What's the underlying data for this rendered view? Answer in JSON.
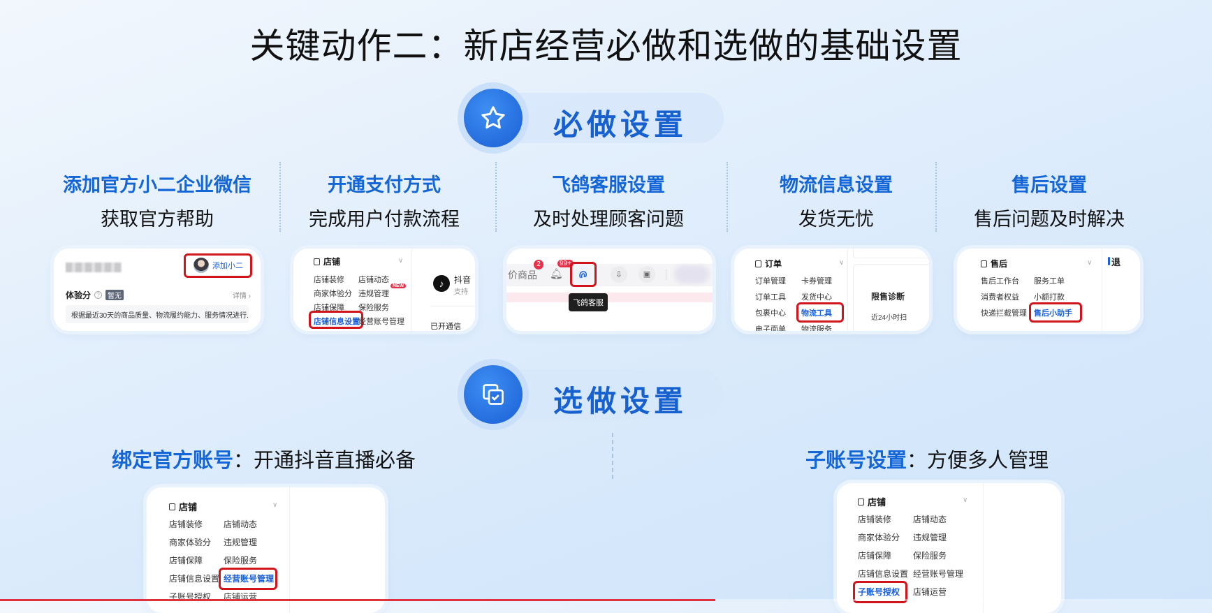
{
  "title": "关键动作二：新店经营必做和选做的基础设置",
  "required_section": {
    "label": "必做设置",
    "icon": "star-icon",
    "items": [
      {
        "title": "添加官方小二企业微信",
        "subtitle": "获取官方帮助"
      },
      {
        "title": "开通支付方式",
        "subtitle": "完成用户付款流程"
      },
      {
        "title": "飞鸽客服设置",
        "subtitle": "及时处理顾客问题"
      },
      {
        "title": "物流信息设置",
        "subtitle": "发货无忧"
      },
      {
        "title": "售后设置",
        "subtitle": "售后问题及时解决"
      }
    ]
  },
  "card_wechat": {
    "add_button": "添加小二",
    "score_label": "体验分",
    "score_badge": "暂无",
    "details_link": "详情 ›",
    "description": "根据最近30天的商品质量、物流履约能力、服务情况进行..."
  },
  "card_payment": {
    "header": "店铺",
    "items": [
      [
        {
          "label": "店铺装修"
        },
        {
          "label": "店铺动态"
        }
      ],
      [
        {
          "label": "商家体验分"
        },
        {
          "label": "违规管理",
          "badge": "NEW"
        }
      ],
      [
        {
          "label": "店铺保障"
        },
        {
          "label": "保险服务"
        }
      ],
      [
        {
          "label": "店铺信息设置",
          "highlighted": true
        },
        {
          "label": "经营账号管理"
        }
      ]
    ],
    "side_title": "抖音",
    "side_sub": "支持",
    "side_footer": "已开通信"
  },
  "card_service": {
    "nav_text": "价商品",
    "badge_count": "2",
    "bell_count": "99+",
    "tooltip": "飞鸽客服"
  },
  "card_logistics": {
    "header": "订单",
    "items": [
      [
        {
          "label": "订单管理"
        },
        {
          "label": "卡券管理"
        }
      ],
      [
        {
          "label": "订单工具"
        },
        {
          "label": "发货中心"
        }
      ],
      [
        {
          "label": "包裹中心"
        },
        {
          "label": "物流工具",
          "highlighted": true
        }
      ],
      [
        {
          "label": "电子面单"
        },
        {
          "label": "物流服务"
        }
      ]
    ],
    "side_title": "限售诊断",
    "side_sub": "近24小时扫"
  },
  "card_aftersale": {
    "header": "售后",
    "items": [
      [
        {
          "label": "售后工作台"
        },
        {
          "label": "服务工单"
        }
      ],
      [
        {
          "label": "消费者权益"
        },
        {
          "label": "小额打款"
        }
      ],
      [
        {
          "label": "快递拦截管理"
        },
        {
          "label": "售后小助手",
          "highlighted": true
        }
      ]
    ],
    "side_title": "退"
  },
  "optional_section": {
    "label": "选做设置",
    "icon": "copy-check-icon",
    "items": [
      {
        "title": "绑定官方账号",
        "subtitle": "：开通抖音直播必备"
      },
      {
        "title": "子账号设置",
        "subtitle": "：方便多人管理"
      }
    ]
  },
  "card_bind": {
    "header": "店铺",
    "items": [
      [
        {
          "label": "店铺装修"
        },
        {
          "label": "店铺动态"
        }
      ],
      [
        {
          "label": "商家体验分"
        },
        {
          "label": "违规管理"
        }
      ],
      [
        {
          "label": "店铺保障"
        },
        {
          "label": "保险服务"
        }
      ],
      [
        {
          "label": "店铺信息设置"
        },
        {
          "label": "经营账号管理",
          "highlighted": true
        }
      ],
      [
        {
          "label": "子账号授权"
        },
        {
          "label": "店铺运营"
        }
      ]
    ]
  },
  "card_subaccount": {
    "header": "店铺",
    "items": [
      [
        {
          "label": "店铺装修"
        },
        {
          "label": "店铺动态"
        }
      ],
      [
        {
          "label": "商家体验分"
        },
        {
          "label": "违规管理"
        }
      ],
      [
        {
          "label": "店铺保障"
        },
        {
          "label": "保险服务"
        }
      ],
      [
        {
          "label": "店铺信息设置"
        },
        {
          "label": "经营账号管理"
        }
      ],
      [
        {
          "label": "子账号授权",
          "highlighted": true
        },
        {
          "label": "店铺运营"
        }
      ]
    ]
  },
  "colors": {
    "accent": "#1466d6",
    "highlight_box": "#d2141c"
  },
  "video_progress": 0.59
}
